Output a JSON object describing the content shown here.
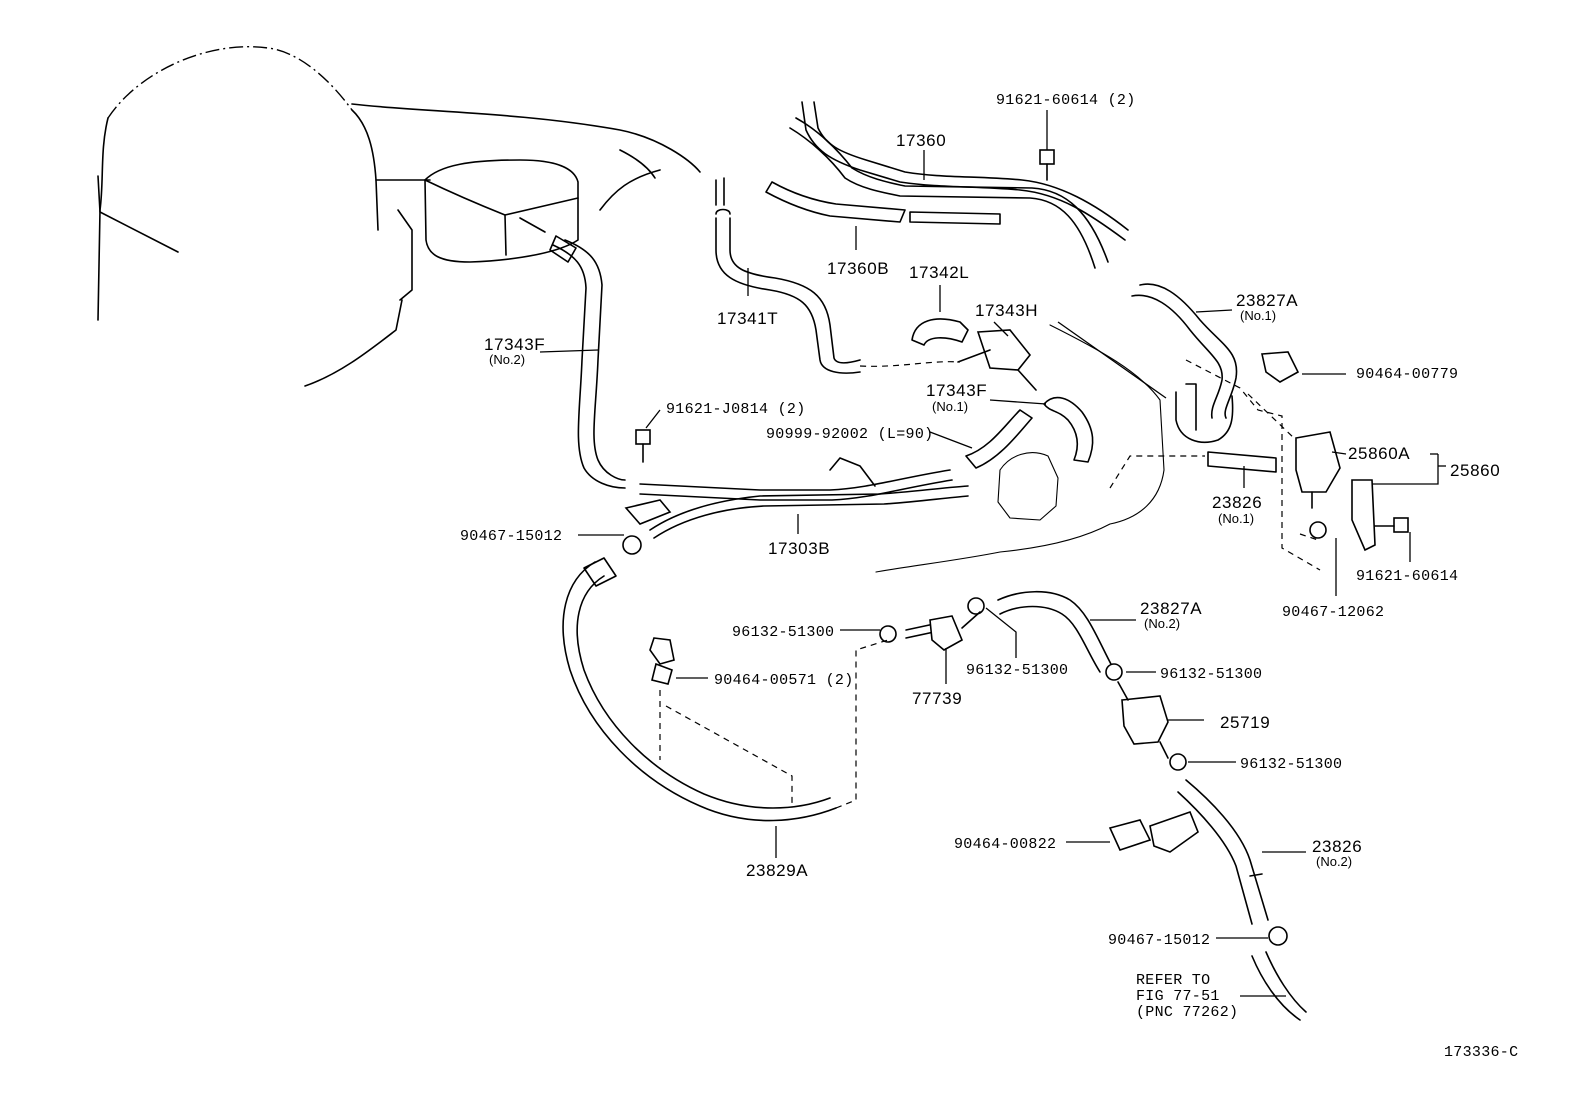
{
  "diagram": {
    "figure_code": "173336-C",
    "labels": {
      "l_91621_60614_2": "91621-60614 (2)",
      "l_17360": "17360",
      "l_17360b": "17360B",
      "l_17342l": "17342L",
      "l_17341t": "17341T",
      "l_17343h": "17343H",
      "l_23827a_1": "23827A",
      "l_23827a_1_sub": "(No.1)",
      "l_90464_00779": "90464-00779",
      "l_17343f_2": "17343F",
      "l_17343f_2_sub": "(No.2)",
      "l_17343f_1": "17343F",
      "l_17343f_1_sub": "(No.1)",
      "l_91621_j0814_2": "91621-J0814 (2)",
      "l_90999_92002": "90999-92002 (L=90)",
      "l_25860a": "25860A",
      "l_25860": "25860",
      "l_23826_1": "23826",
      "l_23826_1_sub": "(No.1)",
      "l_90467_15012_a": "90467-15012",
      "l_17303b": "17303B",
      "l_91621_60614": "91621-60614",
      "l_90467_12062": "90467-12062",
      "l_23827a_2": "23827A",
      "l_23827a_2_sub": "(No.2)",
      "l_96132_51300_a": "96132-51300",
      "l_96132_51300_b": "96132-51300",
      "l_96132_51300_c": "96132-51300",
      "l_96132_51300_d": "96132-51300",
      "l_90464_00571_2": "90464-00571 (2)",
      "l_77739": "77739",
      "l_25719": "25719",
      "l_90464_00822": "90464-00822",
      "l_23826_2": "23826",
      "l_23826_2_sub": "(No.2)",
      "l_23829a": "23829A",
      "l_90467_15012_b": "90467-15012",
      "l_refer_1": "REFER TO",
      "l_refer_2": "FIG 77-51",
      "l_refer_3": "(PNC 77262)"
    }
  }
}
